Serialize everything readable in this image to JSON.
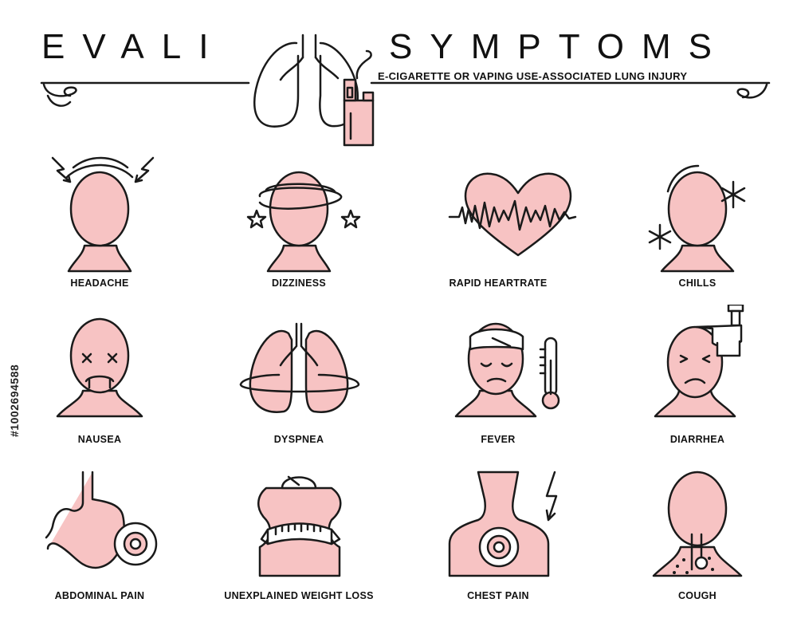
{
  "header": {
    "title_left": "EVALI",
    "title_right": "SYMPTOMS",
    "subtitle": "E-CIGARETTE OR VAPING USE-ASSOCIATED LUNG INJURY"
  },
  "symptoms": [
    {
      "label": "HEADACHE",
      "icon": "headache-icon"
    },
    {
      "label": "DIZZINESS",
      "icon": "dizziness-icon"
    },
    {
      "label": "RAPID HEARTRATE",
      "icon": "heart-icon"
    },
    {
      "label": "CHILLS",
      "icon": "chills-icon"
    },
    {
      "label": "NAUSEA",
      "icon": "nausea-icon"
    },
    {
      "label": "DYSPNEA",
      "icon": "lungs-icon"
    },
    {
      "label": "FEVER",
      "icon": "fever-icon"
    },
    {
      "label": "DIARRHEA",
      "icon": "diarrhea-icon"
    },
    {
      "label": "ABDOMINAL PAIN",
      "icon": "stomach-icon"
    },
    {
      "label": "UNEXPLAINED WEIGHT LOSS",
      "icon": "weight-loss-icon"
    },
    {
      "label": "CHEST PAIN",
      "icon": "chest-pain-icon"
    },
    {
      "label": "COUGH",
      "icon": "cough-icon"
    }
  ],
  "stock_id": "#1002694588",
  "colors": {
    "fill": "#f7c3c3",
    "stroke": "#1a1a1a"
  }
}
